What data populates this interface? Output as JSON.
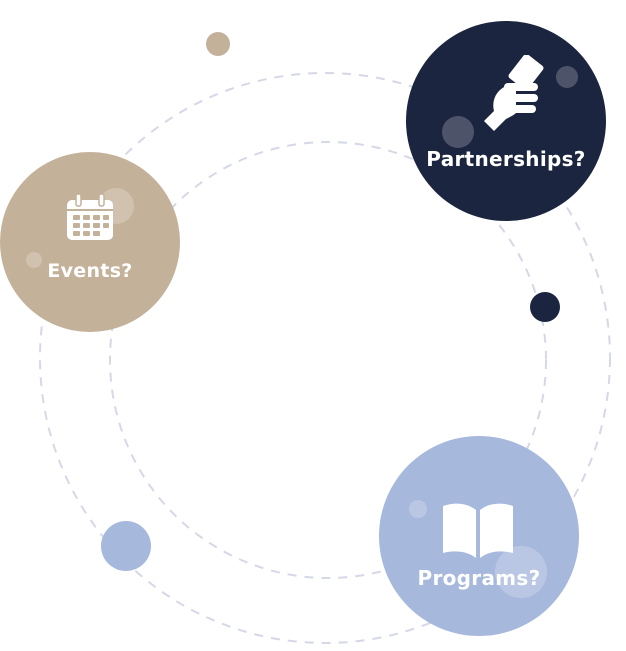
{
  "colors": {
    "navy": "#1c2540",
    "tan": "#c4b19a",
    "periwinkle": "#a7b8dd",
    "ring": "#d5d8e6",
    "label": "#ffffff"
  },
  "bubbles": {
    "partnerships": {
      "label": "Partnerships?",
      "icon": "handshake-icon",
      "color": "#1c2540"
    },
    "events": {
      "label": "Events?",
      "icon": "calendar-icon",
      "color": "#c4b19a"
    },
    "programs": {
      "label": "Programs?",
      "icon": "open-book-icon",
      "color": "#a7b8dd"
    }
  }
}
